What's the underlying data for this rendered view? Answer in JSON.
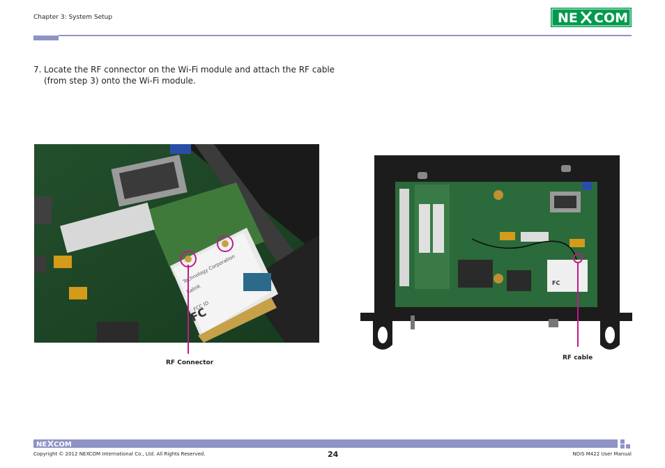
{
  "header": {
    "chapter": "Chapter 3: System Setup",
    "logo_text": "NE COM"
  },
  "step": {
    "number": "7.",
    "text": "Locate the RF connector on the Wi-Fi module and attach the RF cable (from step 3) onto the Wi-Fi module."
  },
  "callouts": {
    "left": "RF Connector",
    "right": "RF cable"
  },
  "colors": {
    "accent": "#8e93c5",
    "brand_green": "#009a4e",
    "callout": "#c2188a"
  },
  "footer": {
    "logo_text": "NE COM",
    "copyright": "Copyright © 2012 NEXCOM International Co., Ltd. All Rights Reserved.",
    "page_number": "24",
    "manual": "NDiS M422 User Manual"
  }
}
